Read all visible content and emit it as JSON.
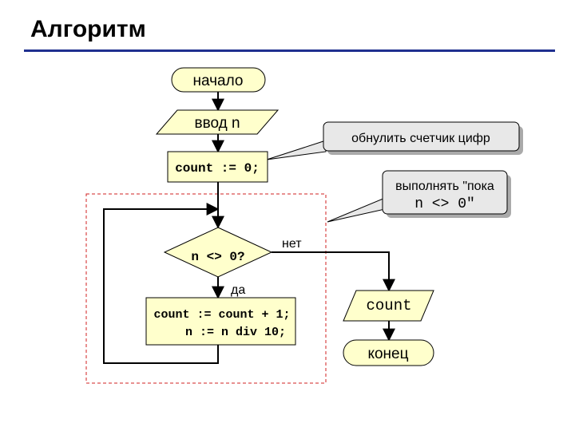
{
  "page": {
    "title": "Алгоритм"
  },
  "flowchart": {
    "start": "начало",
    "input": "ввод n",
    "init": "count := 0;",
    "condition": "n <> 0?",
    "branch_no": "нет",
    "branch_yes": "да",
    "body_line1": "count := count + 1;",
    "body_line2": "n := n div 10;",
    "output": "count",
    "end": "конец"
  },
  "callouts": {
    "reset_counter": "обнулить счетчик цифр",
    "loop_while_line1": "выполнять \"пока",
    "loop_while_line2": "n <> 0\""
  },
  "colors": {
    "title_rule": "#1f2f8f",
    "shape_fill": "#ffffcc",
    "callout_fill": "#e8e8e8",
    "loop_border": "#d02020"
  }
}
